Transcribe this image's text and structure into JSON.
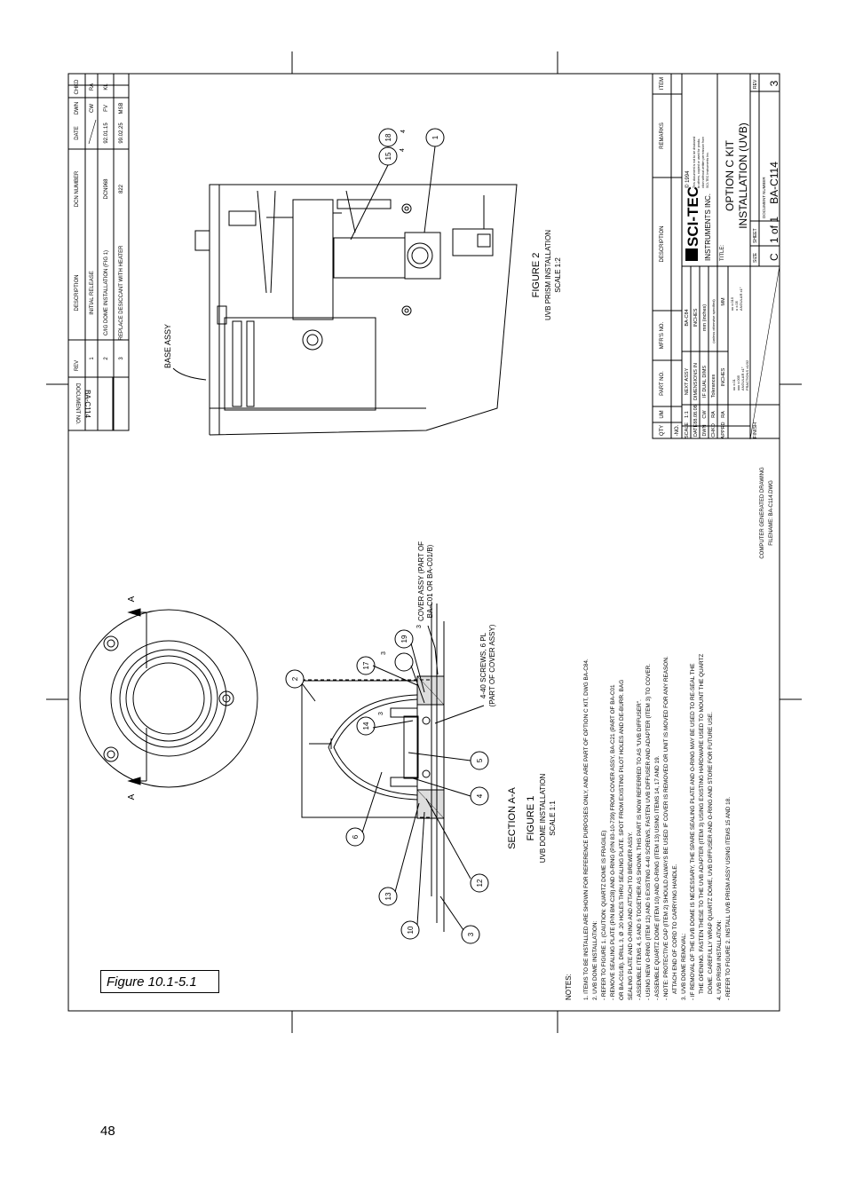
{
  "page_number": "48",
  "figure_caption": "Figure 10.1-5.1",
  "revision_block": {
    "doc_no_label": "DOCUMENT NO.",
    "doc_no": "BA-C114",
    "headers": [
      "REV",
      "DESCRIPTION",
      "DCN NUMBER",
      "DATE",
      "DWN",
      "CHKD"
    ],
    "rows": [
      [
        "1",
        "INITIAL RELEASE",
        "",
        "",
        "CW",
        "RA"
      ],
      [
        "2",
        "C/IG DOME INSTALLATION (FIG 1)",
        "DCN968",
        "92.01.15",
        "FV",
        "KL"
      ],
      [
        "3",
        "REPLACE DESICCANT WITH HEATER",
        "822",
        "99.02.25",
        "MSB",
        ""
      ]
    ]
  },
  "figure2": {
    "label_base_assy": "BASE ASSY",
    "title": "FIGURE 2",
    "subtitle": "UVB PRISM INSTALLATION",
    "scale": "SCALE 1:2",
    "balloons": [
      "15",
      "18",
      "1"
    ],
    "qty_15": "4",
    "qty_18": "4"
  },
  "figure1": {
    "section_label": "A",
    "section_title": "SECTION A-A",
    "title": "FIGURE 1",
    "subtitle": "UVB DOME INSTALLATION",
    "scale": "SCALE 1:1",
    "cover_assy": "COVER ASSY (PART OF",
    "cover_assy2": "BA-C01 OR BA-C01/B)",
    "screws": "4-40 SCREWS, 6 PL",
    "screws2": "(PART OF COVER ASSY)",
    "balloons": [
      "2",
      "14",
      "17",
      "19",
      "5",
      "4",
      "6",
      "13",
      "10",
      "12",
      "3"
    ],
    "qty_14": "3",
    "qty_17": "3",
    "qty_19": "3"
  },
  "notes": {
    "heading": "NOTES:",
    "lines": [
      "1. ITEMS TO BE INSTALLED ARE SHOWN FOR REFERENCE PURPOSES ONLY, AND ARE PART OF OPTION C KIT, DWG BA-C84.",
      "2. UVB DOME INSTALLATION:",
      "- REFER TO FIGURE 1. (CAUTION: QUARTZ DOME IS FRAGILE)",
      "- REMOVE SEALING PLATE (P/N BM-C28) AND O-RING (P/N 83-10-739) FROM COVER ASSY, BA-C21 (PART OF BA-C01",
      "OR BA-C01/B). DRILL 3, Ø .20 HOLES THRU SEALING PLATE. SPOT FROM EXISTING PILOT HOLES AND DE-BURR. BAG",
      "SEALING PLATE AND O-RING AND ATTACH TO BREWER ASSY.",
      "- ASSEMBLE ITEMS 4, 5 AND 6 TOGETHER AS SHOWN. THIS PART IS NOW REFERRED TO AS \"UVB DIFFUSER\".",
      "- USING NEW O-RING (ITEM 12) AND 6 EXISTING 4-40 SCREWS, FASTEN UVB DIFFUSER AND ADAPTER (ITEM 3) TO COVER.",
      "- ASSEMBLE QUARTZ DOME (ITEM 10) AND O-RING (ITEM 13) USING ITEMS 14, 17 AND 19.",
      "- NOTE: PROTECTIVE CAP (ITEM 2) SHOULD ALWAYS BE USED IF COVER IS REMOVED OR UNIT IS MOVED FOR ANY REASON.",
      "ATTACH END OF CORD TO CARRYING HANDLE.",
      "3. UVB DOME REMOVAL:",
      "- IF REMOVAL OF THE UVB DOME IS NECESSARY, THE SPARE SEALING PLATE AND O-RING MAY BE USED TO RE-SEAL THE",
      "THE OPENING. FASTEN THESE TO THE UVB ADAPTER (ITEM 3) USING EXISTING HARDWARE USED TO MOUNT THE QUARTZ",
      "DOME. CAREFULLY WRAP QUARTZ DOME, UVB DIFFUSER AND O-RING AND STORE FOR FUTURE USE.",
      "4. UVB PRISM INSTALLATION:",
      "- REFER TO FIGURE 2. INSTALL UVB PRISM ASSY USING ITEMS 15 AND 18."
    ]
  },
  "title_block": {
    "bom_headers": [
      "QTY",
      "UM",
      "PART NO.",
      "MFR'S NO.",
      "DESCRIPTION",
      "REMARKS",
      "ITEM"
    ],
    "no_label": "-NO.",
    "scale_label": "SCALE",
    "scale": "1:1",
    "next_assy_label": "NEXT ASSY",
    "next_assy": "BA-C84",
    "date_label": "DATE",
    "date": "88.08.08",
    "dims_label": "DIMENSIONS IN",
    "dims": "INCHES",
    "dwn_label": "DWN",
    "dwn": "CW",
    "dual_label": "IF DUAL DIMS",
    "dual": "mm (inches)",
    "chkd_label": "CHKD",
    "chkd": "RA",
    "tol_label": "Tolerances",
    "tol_note": "(unless otherwise specified)",
    "apprd_label": "APPRD",
    "apprd": "RA",
    "tol_in": "INCHES",
    "tol_mm": "MM",
    "tol_vals_in": [
      "xx ±.01",
      "xxx ±.005",
      "ANGULAR ±1°",
      "FRACTIONS ±1/32"
    ],
    "tol_vals_mm": [
      "xx ±.015",
      "x ±.05",
      "ANGULAR ±1°"
    ],
    "finish_label": "FINISH",
    "company": "SCI-TEC",
    "company2": "INSTRUMENTS INC.",
    "copyright": "© 1994",
    "copyright_note": [
      "This document is not to be disclosed",
      "to others, copied or used for produ-",
      "ction without written permission from",
      "SCI-TEC Instruments Inc."
    ],
    "title_label": "TITLE:",
    "title1": "OPTION C KIT",
    "title2": "INSTALLATION (UVB)",
    "size_label": "SIZE",
    "size": "C",
    "sheet_label": "SHEET",
    "sheet": "1 of 1",
    "docnum_label": "DOCUMENT NUMBER",
    "docnum": "BA-C114",
    "rev_label": "REV",
    "rev": "3",
    "computer_gen": "COMPUTER GENERATED DRAWING",
    "filename": "FILENAME: BA-C114.DWG"
  }
}
